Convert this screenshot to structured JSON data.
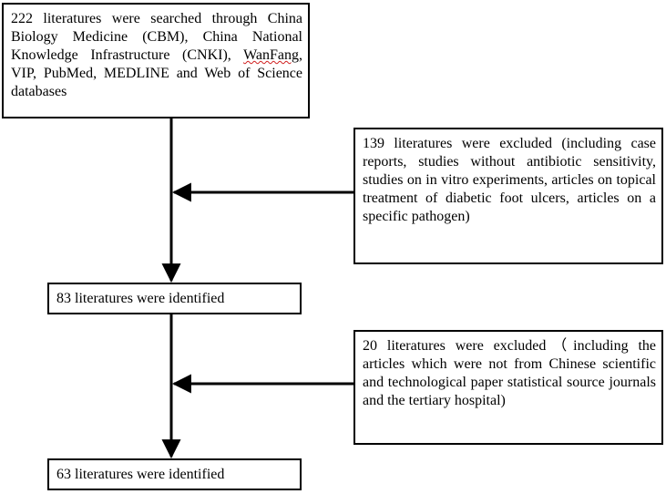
{
  "boxes": {
    "search": {
      "text_before": "222 literatures were searched through China Biology Medicine (CBM), China National Knowledge Infrastructure (CNKI), ",
      "text_marked": "WanFang",
      "text_after": ", VIP, PubMed, MEDLINE and Web of Science databases"
    },
    "excluded_first": "139 literatures were excluded (including case reports, studies without antibiotic sensitivity, studies on in vitro experiments, articles on topical treatment of diabetic foot ulcers, articles on a specific pathogen)",
    "identified_first": "83 literatures were identified",
    "excluded_second": "20 literatures were excluded（including the articles which were not from Chinese scientific and technological paper statistical source journals and the tertiary hospital)",
    "identified_second": "63 literatures were identified"
  },
  "colors": {
    "line": "#000000",
    "spell_underline": "#d02020"
  }
}
